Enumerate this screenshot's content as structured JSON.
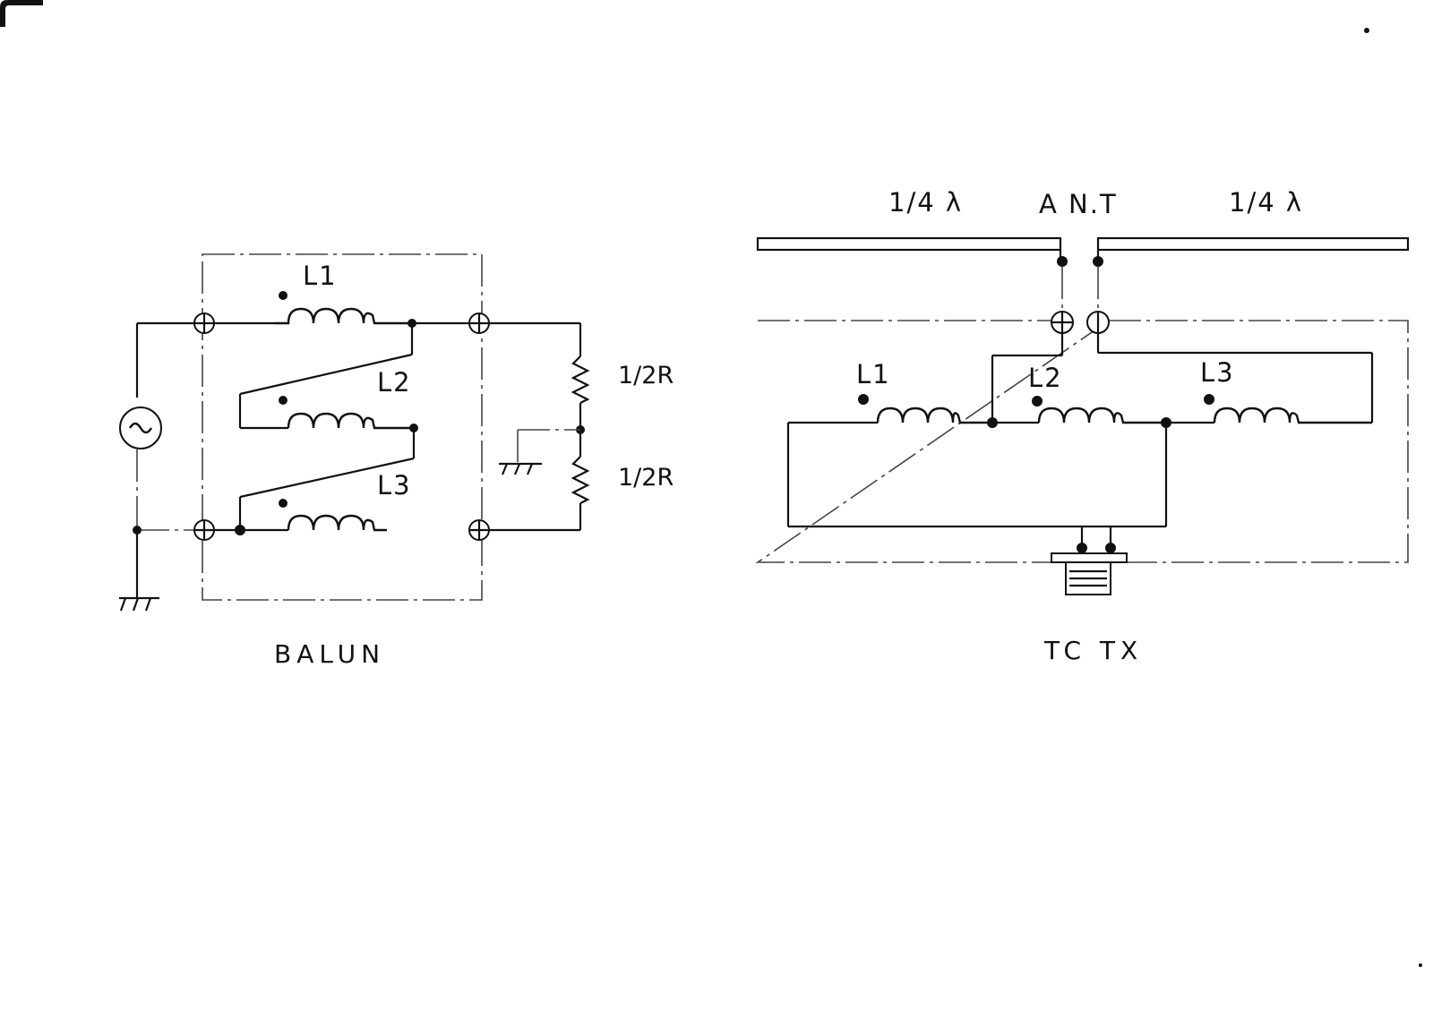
{
  "balun": {
    "caption": "BALUN",
    "coil_labels": [
      "L1",
      "L2",
      "L3"
    ],
    "resistor_labels": [
      "1/2R",
      "1/2R"
    ]
  },
  "antenna": {
    "title": "A N.T",
    "left_element": "1/4 λ",
    "right_element": "1/4 λ",
    "coil_labels": [
      "L1",
      "L2",
      "L3"
    ],
    "caption": "TC TX"
  }
}
